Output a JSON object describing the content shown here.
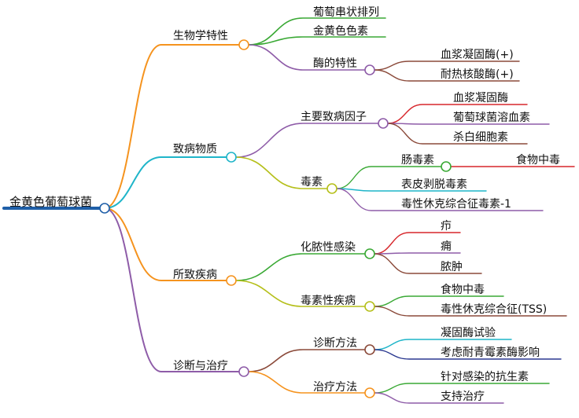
{
  "root": "金黄色葡萄球菌",
  "branches": [
    {
      "label": "生物学特性",
      "color": "#f5931e",
      "children": [
        {
          "label": "葡萄串状排列",
          "color": "#3aa935"
        },
        {
          "label": "金黄色色素",
          "color": "#3aa935"
        },
        {
          "label": "酶的特性",
          "color": "#8e5ca8",
          "children": [
            {
              "label": "血浆凝固酶(+)",
              "color": "#8b4a3a"
            },
            {
              "label": "耐热核酸酶(+)",
              "color": "#8b4a3a"
            }
          ]
        }
      ]
    },
    {
      "label": "致病物质",
      "color": "#1fb5c9",
      "children": [
        {
          "label": "主要致病因子",
          "color": "#8e5ca8",
          "children": [
            {
              "label": "血浆凝固酶",
              "color": "#d7262b"
            },
            {
              "label": "葡萄球菌溶血素",
              "color": "#8e5ca8"
            },
            {
              "label": "杀白细胞素",
              "color": "#8b4a3a"
            }
          ]
        },
        {
          "label": "毒素",
          "color": "#b5bf1a",
          "children": [
            {
              "label": "肠毒素",
              "color": "#3aa935",
              "children": [
                {
                  "label": "食物中毒",
                  "color": "#d7262b"
                }
              ]
            },
            {
              "label": "表皮剥脱毒素",
              "color": "#1fb5c9"
            },
            {
              "label": "毒性休克综合征毒素-1",
              "color": "#8e5ca8"
            }
          ]
        }
      ]
    },
    {
      "label": "所致疾病",
      "color": "#f5931e",
      "children": [
        {
          "label": "化脓性感染",
          "color": "#3aa935",
          "children": [
            {
              "label": "疖",
              "color": "#d7262b"
            },
            {
              "label": "痈",
              "color": "#8e5ca8"
            },
            {
              "label": "脓肿",
              "color": "#8b4a3a"
            }
          ]
        },
        {
          "label": "毒素性疾病",
          "color": "#b5bf1a",
          "children": [
            {
              "label": "食物中毒",
              "color": "#3aa935"
            },
            {
              "label": "毒性休克综合征(TSS)",
              "color": "#8b4a3a"
            }
          ]
        }
      ]
    },
    {
      "label": "诊断与治疗",
      "color": "#8e5ca8",
      "children": [
        {
          "label": "诊断方法",
          "color": "#8b4a3a",
          "children": [
            {
              "label": "凝固酶试验",
              "color": "#1fb5c9"
            },
            {
              "label": "考虑耐青霉素酶影响",
              "color": "#2b3990"
            }
          ]
        },
        {
          "label": "治疗方法",
          "color": "#f5931e",
          "children": [
            {
              "label": "针对感染的抗生素",
              "color": "#3aa935"
            },
            {
              "label": "支持治疗",
              "color": "#8e5ca8"
            }
          ]
        }
      ]
    }
  ],
  "root_color": "#1f5fa8"
}
